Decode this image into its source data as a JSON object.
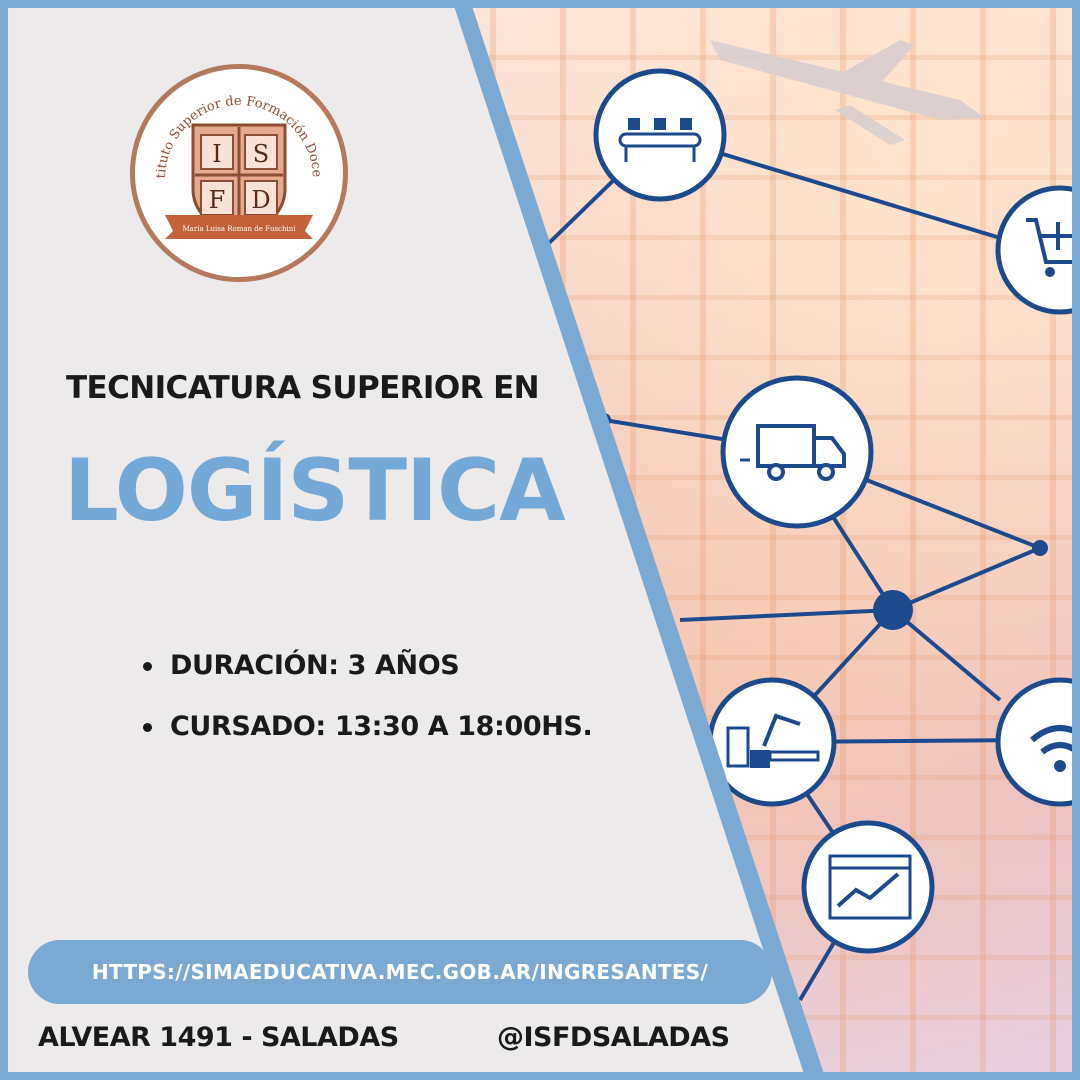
{
  "logo": {
    "ring_text": "Instituto Superior de Formación Docente",
    "letters": [
      "I",
      "S",
      "F",
      "D"
    ],
    "ribbon_text": "María Luisa Roman de Fuschini"
  },
  "heading": {
    "subtitle": "TECNICATURA SUPERIOR EN",
    "title": "LOGÍSTICA"
  },
  "details": [
    "DURACIÓN: 3 AÑOS",
    "CURSADO: 13:30 A 18:00HS."
  ],
  "url": "HTTPS://SIMAEDUCATIVA.MEC.GOB.AR/INGRESANTES/",
  "footer": {
    "address": "ALVEAR 1491 - SALADAS",
    "handle": "@ISFDSALADAS"
  },
  "colors": {
    "accent_blue": "#7aa9d3",
    "network_blue": "#1d4a8c",
    "logo_brown": "#b47a5e",
    "panel_gray": "#eceaea"
  },
  "icons": [
    "conveyor-icon",
    "cart-icon",
    "truck-icon",
    "robot-arm-icon",
    "wifi-icon",
    "chart-icon"
  ]
}
